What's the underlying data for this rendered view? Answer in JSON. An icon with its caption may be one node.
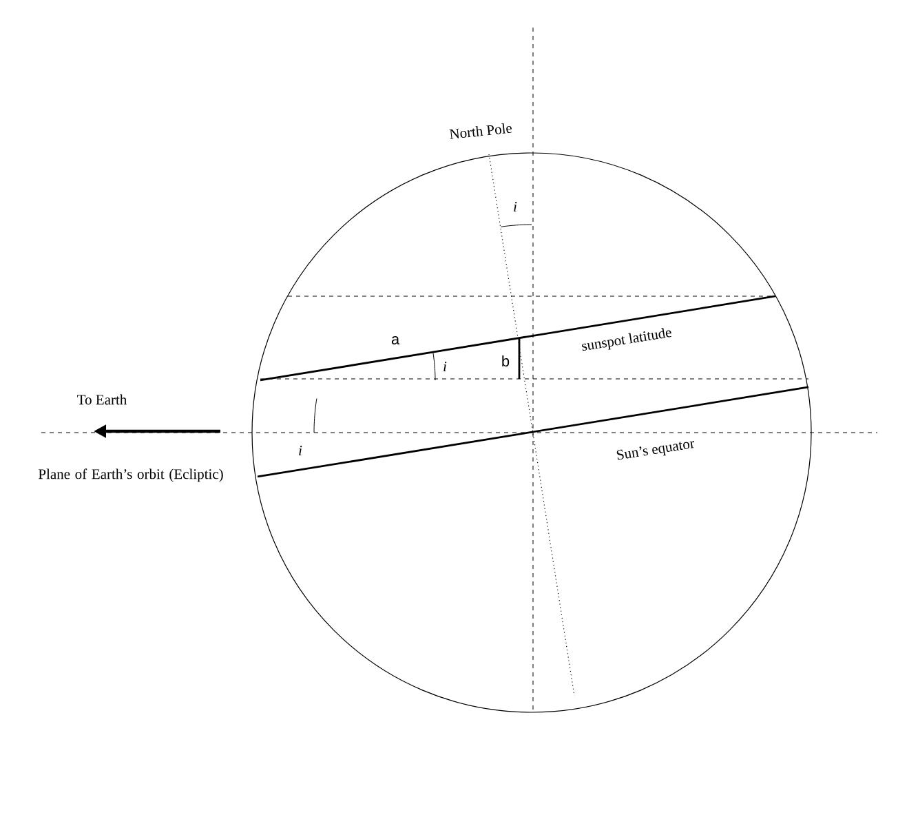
{
  "diagram": {
    "labels": [
      "North Pole",
      "i",
      "a",
      "sunspot latitude",
      "b",
      "i",
      "To Earth",
      "Sun’s equator",
      "i",
      "Plane of Earth’s orbit (Ecliptic)"
    ]
  }
}
